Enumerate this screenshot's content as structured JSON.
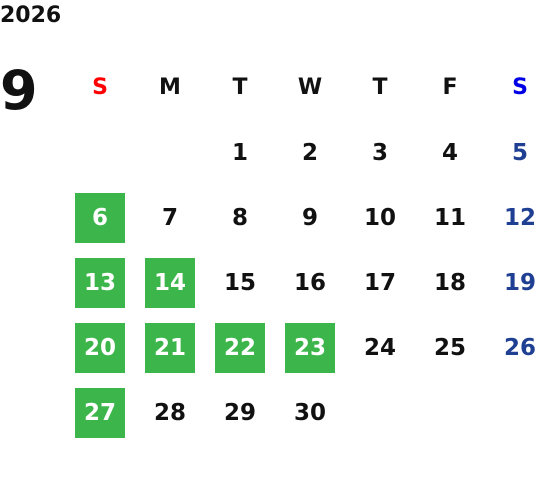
{
  "calendar": {
    "year": "2026",
    "month": "9",
    "weekdays": [
      "S",
      "M",
      "T",
      "W",
      "T",
      "F",
      "S"
    ],
    "weeks": [
      [
        "",
        "",
        "1",
        "2",
        "3",
        "4",
        "5"
      ],
      [
        "6",
        "7",
        "8",
        "9",
        "10",
        "11",
        "12"
      ],
      [
        "13",
        "14",
        "15",
        "16",
        "17",
        "18",
        "19"
      ],
      [
        "20",
        "21",
        "22",
        "23",
        "24",
        "25",
        "26"
      ],
      [
        "27",
        "28",
        "29",
        "30",
        "",
        "",
        ""
      ]
    ],
    "highlighted_days": [
      "6",
      "13",
      "14",
      "20",
      "21",
      "22",
      "23",
      "27"
    ],
    "colors": {
      "highlight": "#3cb64a",
      "sunday_header": "#ff0000",
      "saturday_header": "#0000e6",
      "saturday_day": "#1f3f93"
    }
  }
}
